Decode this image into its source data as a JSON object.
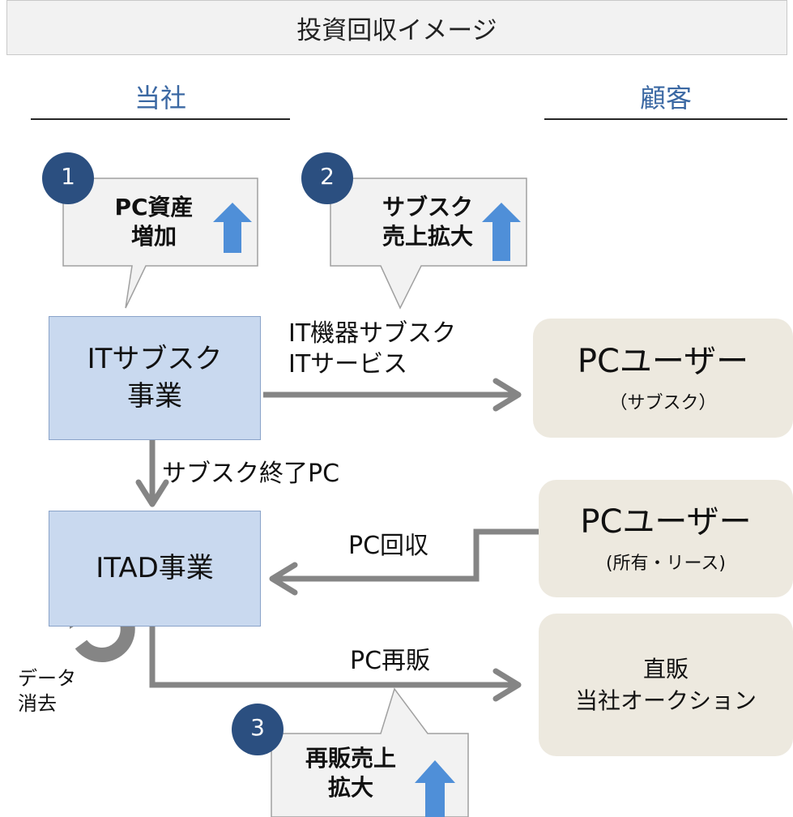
{
  "title": "投資回収イメージ",
  "columns": {
    "left": "当社",
    "right": "顧客"
  },
  "callouts": [
    {
      "number": "1",
      "lines": [
        "PC資産",
        "増加"
      ]
    },
    {
      "number": "2",
      "lines": [
        "サブスク",
        "売上拡大"
      ]
    },
    {
      "number": "3",
      "lines": [
        "再販売上",
        "拡大"
      ]
    }
  ],
  "boxes": {
    "it_subscription": [
      "ITサブスク",
      "事業"
    ],
    "itad": "ITAD事業",
    "pc_user_subscription": {
      "main": "PCユーザー",
      "sub": "（サブスク）"
    },
    "pc_user_owned": {
      "main": "PCユーザー",
      "sub": "(所有・リース)"
    },
    "direct_sales": [
      "直販",
      "当社オークション"
    ]
  },
  "flows": {
    "subscription_services": [
      "IT機器サブスク",
      "ITサービス"
    ],
    "subscription_end": "サブスク終了PC",
    "pc_collection": "PC回収",
    "pc_resale": "PC再販"
  },
  "data_erasure": [
    "データ",
    "消去"
  ],
  "colors": {
    "column_heading": "#3b68a3",
    "blue_box": "#c9d9ef",
    "beige_box": "#ede9df",
    "badge": "#2b4f80",
    "up_arrow": "#4f8fd8",
    "flow_arrow": "#858585"
  }
}
